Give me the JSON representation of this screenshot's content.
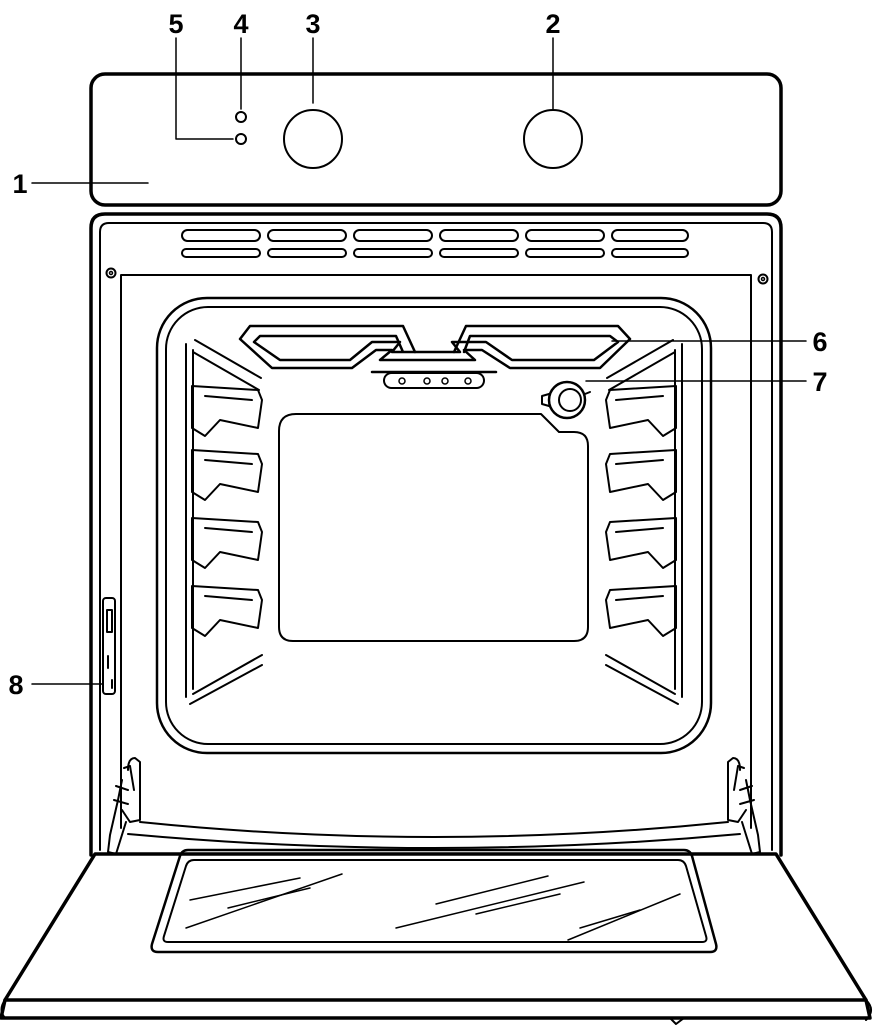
{
  "callouts": [
    {
      "number": "1",
      "part": "control-panel"
    },
    {
      "number": "2",
      "part": "right-control-knob"
    },
    {
      "number": "3",
      "part": "left-control-knob"
    },
    {
      "number": "4",
      "part": "indicator-light-upper"
    },
    {
      "number": "5",
      "part": "indicator-light-lower"
    },
    {
      "number": "6",
      "part": "grill-heating-element"
    },
    {
      "number": "7",
      "part": "oven-lamp"
    },
    {
      "number": "8",
      "part": "door-switch"
    }
  ],
  "colors": {
    "line": "#000000",
    "background": "#ffffff"
  }
}
